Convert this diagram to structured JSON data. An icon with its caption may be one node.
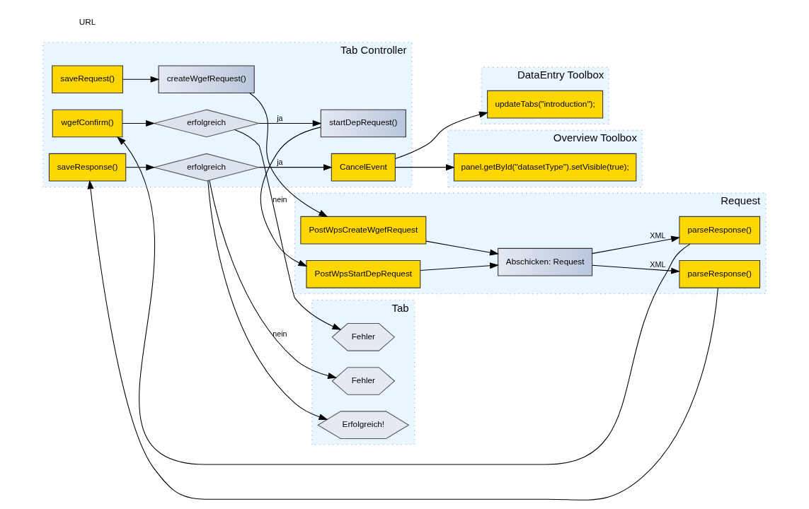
{
  "diagram": {
    "nodes": [
      {
        "text": [
          "Tab"
        ]
      },
      {
        "text": [
          "Tab Controller"
        ]
      },
      {
        "text": [
          "Request"
        ]
      },
      {
        "text": [
          "DataEntry Toolbox"
        ]
      },
      {
        "text": [
          "Overview Toolbox"
        ]
      },
      {
        "text": [
          "saveRequest()"
        ],
        "in": 1
      },
      {
        "text": [
          "createWgefRequest()"
        ],
        "in": 1
      },
      {
        "text": [
          "PostWpsCreateWgefRequest"
        ],
        "in": 2
      },
      {
        "text": [
          "Abschicken: Request"
        ],
        "in": 2
      },
      {
        "text": [
          "wgefConfirm()"
        ],
        "in": 1
      },
      {
        "text": [
          "parseResponse()"
        ],
        "in": 2
      },
      {
        "text": [
          "Fehler"
        ],
        "in": 0
      },
      {
        "text": [
          "erfolgreich"
        ],
        "in": 1
      },
      {
        "text": [
          "startDepRequest()"
        ],
        "in": 1
      },
      {
        "text": [
          "PostWpsStartDepRequest"
        ],
        "in": 2
      },
      {
        "text": [
          "saveResponse()"
        ],
        "in": 1
      },
      {
        "text": [
          "parseResponse()"
        ],
        "in": 2
      },
      {
        "text": [
          "Fehler"
        ],
        "in": 0
      },
      {
        "text": [
          "erfolgreich"
        ],
        "in": 1
      },
      {
        "text": [
          "updateTabs(\"introduction\");"
        ],
        "in": 3
      },
      {
        "text": [
          "Erfolgreich!"
        ],
        "in": 0
      },
      {
        "text": [
          "CancelEvent"
        ],
        "in": 1
      },
      {
        "text": [
          "panel.getById(\"datasetType\").setVisible(true);"
        ],
        "in": 4
      }
    ],
    "edges": [
      {
        "from": 5,
        "to": 6,
        "arrow": "to"
      },
      {
        "from": 6,
        "to": 7,
        "arrow": "to"
      },
      {
        "from": 7,
        "to": 8,
        "arrow": "to"
      },
      {
        "from": 8,
        "to": 10,
        "arrow": "to",
        "label": "XML"
      },
      {
        "from": 10,
        "to": 9,
        "arrow": "to"
      },
      {
        "from": 9,
        "to": 12,
        "arrow": "to"
      },
      {
        "from": 12,
        "to": 11,
        "arrow": "to",
        "label": "nein"
      },
      {
        "from": 12,
        "to": 13,
        "arrow": "to",
        "label": "ja"
      },
      {
        "from": 13,
        "to": 14,
        "arrow": "to"
      },
      {
        "from": 14,
        "to": 8,
        "arrow": "to"
      },
      {
        "from": 8,
        "to": 16,
        "arrow": "to",
        "label": "XML"
      },
      {
        "from": 16,
        "to": 15,
        "arrow": "to"
      },
      {
        "from": 15,
        "to": 18,
        "arrow": "to"
      },
      {
        "from": 18,
        "to": 17,
        "arrow": "to",
        "label": "nein"
      },
      {
        "from": 18,
        "to": 21,
        "arrow": "to",
        "label": "ja"
      },
      {
        "from": 18,
        "to": 20,
        "arrow": "to"
      },
      {
        "from": 21,
        "to": 19,
        "arrow": "to"
      },
      {
        "from": 21,
        "to": 22,
        "arrow": "to"
      }
    ],
    "labels": [
      "URL"
    ]
  }
}
